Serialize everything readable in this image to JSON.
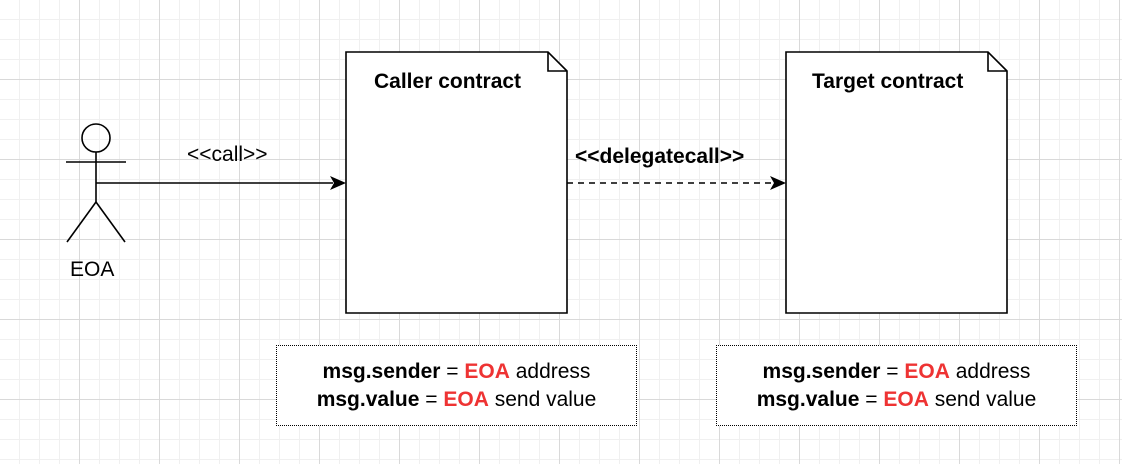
{
  "actor": {
    "label": "EOA"
  },
  "nodes": {
    "caller": {
      "title": "Caller contract"
    },
    "target": {
      "title": "Target contract"
    }
  },
  "edges": {
    "call": {
      "label": "<<call>>"
    },
    "delegatecall": {
      "label": "<<delegatecall>>"
    }
  },
  "caller_info": {
    "line1": {
      "key": "msg.sender",
      "eq": " = ",
      "highlight": "EOA",
      "rest": " address"
    },
    "line2": {
      "key": "msg.value",
      "eq": " = ",
      "highlight": "EOA",
      "rest": " send value"
    }
  },
  "target_info": {
    "line1": {
      "key": "msg.sender",
      "eq": " = ",
      "highlight": "EOA",
      "rest": " address"
    },
    "line2": {
      "key": "msg.value",
      "eq": " = ",
      "highlight": "EOA",
      "rest": " send value"
    }
  },
  "colors": {
    "highlight": "#ee3333",
    "stroke": "#000000",
    "background": "#ffffff"
  }
}
